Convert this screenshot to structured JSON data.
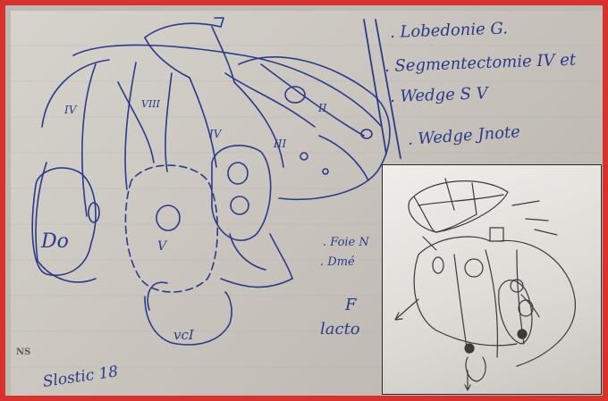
{
  "photo": {
    "notes": [
      ". Lobedonie G.",
      ". Segmentectomie IV et",
      ". Wedge S V",
      ". Wedge Jnote"
    ],
    "fragments": [
      ". Foie N",
      ". Dmé",
      "F",
      "lacto"
    ],
    "footer_label": "NS",
    "signature": "Slostic 18"
  },
  "diagram": {
    "segment_labels": [
      "IV",
      "VIII",
      "IV",
      "III",
      "II",
      "V"
    ],
    "lesion_label": "Do",
    "vessel_label": "vcI"
  },
  "colors": {
    "frame_border": "#d8312e",
    "ink": "#2c3a8a",
    "paper": "#d6d3cd"
  }
}
